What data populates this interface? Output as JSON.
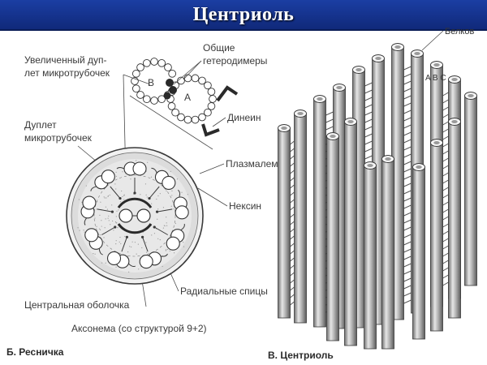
{
  "slide": {
    "title": "Центриоль"
  },
  "cilium": {
    "doublet_enlarged": [
      "Увеличенный дуп-",
      "лет микротрубочек"
    ],
    "heterodimers": [
      "Общие",
      "гетеродимеры"
    ],
    "tubule_b": "В",
    "tubule_a": "А",
    "dynein": "Динеин",
    "doublet": [
      "Дуплет",
      "микротрубочек"
    ],
    "plasmalemma": "Плазмалемма",
    "nexin": "Нексин",
    "radial_spokes": "Радиальные спицы",
    "central_sheath": "Центральная оболочка",
    "axoneme": "Аксонема (со структурой 9+2)",
    "caption": "Б. Ресничка"
  },
  "centriole": {
    "protein_label": "Белков",
    "abc_label": "A B C",
    "caption": "В. Центриоль"
  }
}
